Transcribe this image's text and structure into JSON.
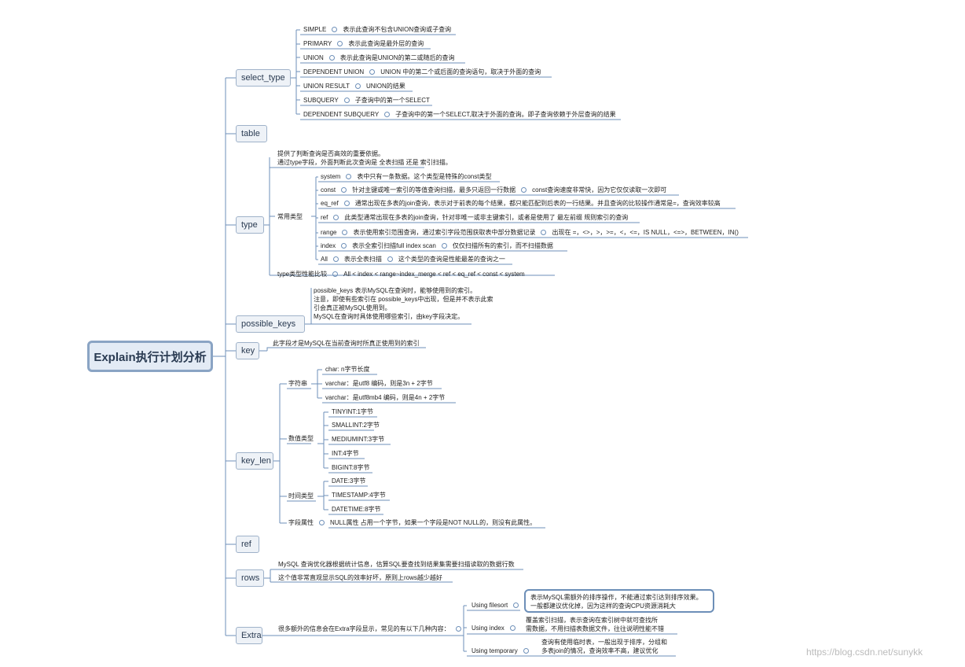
{
  "root": "Explain执行计划分析",
  "branches": {
    "select_type": "select_type",
    "table": "table",
    "type": "type",
    "possible_keys": "possible_keys",
    "key": "key",
    "key_len": "key_len",
    "ref": "ref",
    "rows": "rows",
    "extra": "Extra"
  },
  "select_type_items": [
    {
      "name": "SIMPLE",
      "desc": "表示此查询不包含UNION查询或子查询"
    },
    {
      "name": "PRIMARY",
      "desc": "表示此查询是最外层的查询"
    },
    {
      "name": "UNION",
      "desc": "表示此查询是UNION的第二或随后的查询"
    },
    {
      "name": "DEPENDENT UNION",
      "desc": "UNION 中的第二个或后面的查询语句，取决于外面的查询"
    },
    {
      "name": "UNION RESULT",
      "desc": "UNION的结果"
    },
    {
      "name": "SUBQUERY",
      "desc": "子查询中的第一个SELECT"
    },
    {
      "name": "DEPENDENT SUBQUERY",
      "desc": "子查询中的第一个SELECT,取决于外面的查询。即子查询依赖于外层查询的结果"
    }
  ],
  "type": {
    "intro": [
      "提供了判断查询是否高效的重要依据。",
      "通过type字段，外面判断此次查询是 全表扫描 还是 索引扫描。"
    ],
    "common_label": "常用类型",
    "items": [
      {
        "name": "system",
        "desc": "表中只有一条数据。这个类型是特殊的const类型"
      },
      {
        "name": "const",
        "desc": "针对主键或唯一索引的等值查询扫描，最多只返回一行数据",
        "extra": "const查询速度非常快，因为它仅仅读取一次即可"
      },
      {
        "name": "eq_ref",
        "desc": "通常出现在多表的join查询，表示对于前表的每个结果，都只能匹配到后表的一行结果。并且查询的比较操作通常是=，查询效率较高"
      },
      {
        "name": "ref",
        "desc": "此类型通常出现在多表的join查询，针对非唯一或非主键索引，或者是使用了 最左前缀 规则索引的查询"
      },
      {
        "name": "range",
        "desc": "表示使用索引范围查询，通过索引字段范围获取表中部分数据记录",
        "extra": "出现在 =，<>，>，>=，<，<=，IS NULL，<=>，BETWEEN，IN()"
      },
      {
        "name": "index",
        "desc": "表示全索引扫描full index scan",
        "extra": "仅仅扫描所有的索引，而不扫描数据"
      },
      {
        "name": "All",
        "desc": "表示全表扫描",
        "extra": "这个类型的查询是性能最差的查询之一"
      }
    ],
    "compare_label": "type类型性能比较",
    "compare_value": "All < index < range~index_merge < ref < eq_ref < const < system"
  },
  "possible_keys_text": [
    "possible_keys 表示MySQL在查询时，能够使用到的索引。",
    "注意，即使有些索引在 possible_keys中出现，但是并不表示此索",
    "引会真正被MySQL使用到。",
    "MySQL在查询时具体使用哪些索引，由key字段决定。"
  ],
  "key_text": "此字段才是MySQL在当前查询时所真正使用到的索引",
  "key_len": {
    "string_label": "字符串",
    "string_items": [
      "char: n字节长度",
      "varchar：是utf8 编码，则是3n + 2字节",
      "varchar：是utf8mb4 编码，则是4n + 2字节"
    ],
    "numeric_label": "数值类型",
    "numeric_items": [
      "TINYINT:1字节",
      "SMALLINT:2字节",
      "MEDIUMINT:3字节",
      "INT:4字节",
      "BIGINT:8字节"
    ],
    "time_label": "时间类型",
    "time_items": [
      "DATE:3字节",
      "TIMESTAMP:4字节",
      "DATETIME:8字节"
    ],
    "field_label": "字段属性",
    "field_value": "NULL属性 占用一个字节，如果一个字段是NOT NULL的，则没有此属性。"
  },
  "rows_text": [
    "MySQL 查询优化器根据统计信息，估算SQL要查找到结果集需要扫描读取的数据行数",
    "这个值非常直观显示SQL的效率好坏，原则上rows越少越好"
  ],
  "extra": {
    "intro": "很多额外的信息会在Extra字段显示，常见的有以下几种内容：",
    "items": [
      {
        "name": "Using filesort",
        "desc": [
          "表示MySQL需额外的排序操作，不能通过索引达到排序效果。",
          "一般都建议优化掉，因为这样的查询CPU资源消耗大"
        ]
      },
      {
        "name": "Using index",
        "desc": [
          "覆盖索引扫描，表示查询在索引树中就可查找所",
          "需数据，不用扫描表数据文件，往往说明性能不错"
        ]
      },
      {
        "name": "Using temporary",
        "desc": [
          "查询有使用临时表，一般出现于排序，分组和",
          "多表join的情况，查询效率不高，建议优化"
        ]
      }
    ]
  },
  "watermark": "https://blog.csdn.net/sunykk"
}
